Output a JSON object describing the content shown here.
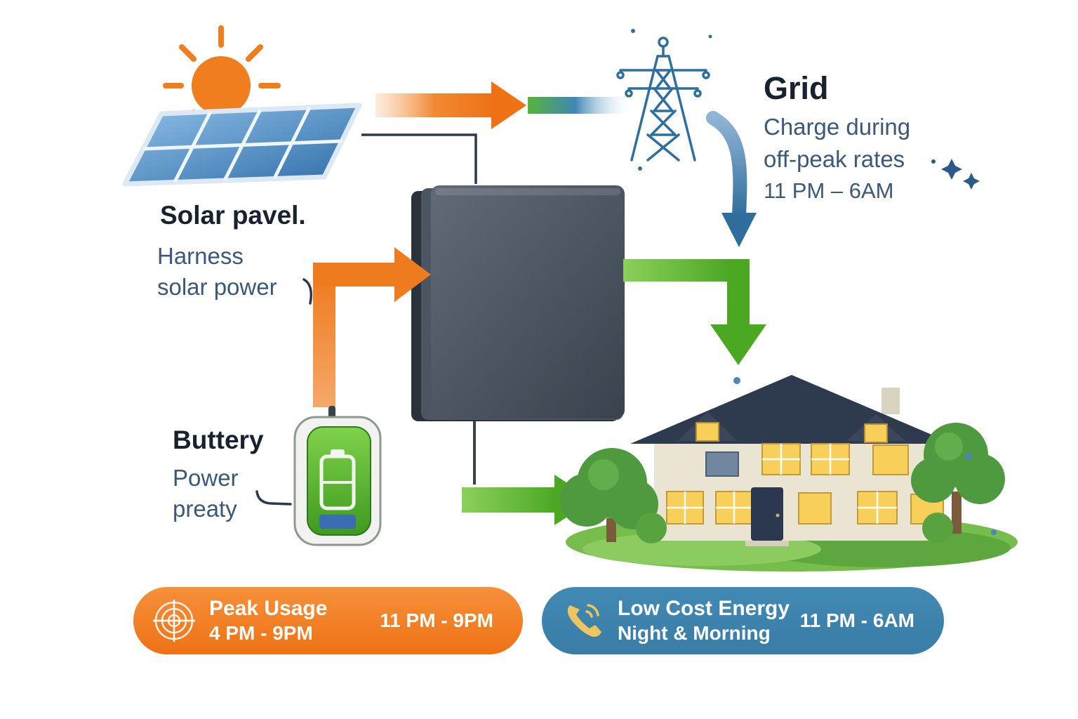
{
  "title": "Home solar, battery and grid energy flow diagram",
  "colors": {
    "orange": "#ee7115",
    "blue": "#2e6f9e",
    "green": "#4ba823",
    "badge_blue": "#3a7ca6",
    "text_dark": "#18222e",
    "text_muted": "#3b5878"
  },
  "solar": {
    "title": "Solar pavel.",
    "line1": "Harness",
    "line2": "solar power"
  },
  "grid": {
    "title": "Grid",
    "line1": "Charge during",
    "line2": "off-peak rates",
    "time": "11 PM – 6AM"
  },
  "battery": {
    "title": "Buttery",
    "line1": "Power",
    "line2": "preaty"
  },
  "badges": {
    "peak": {
      "icon": "target-icon",
      "title": "Peak Usage",
      "subtitle": "4 PM - 9PM",
      "time": "11 PM - 9PM"
    },
    "low_cost": {
      "icon": "phone-icon",
      "title": "Low Cost Energy",
      "subtitle": "Night & Morning",
      "time": "11 PM - 6AM"
    }
  }
}
